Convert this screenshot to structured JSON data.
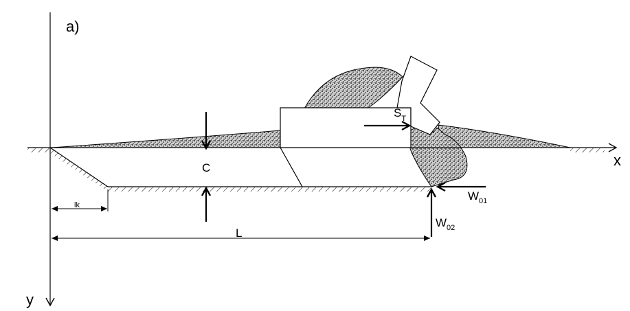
{
  "figure": {
    "panel_label": "a)",
    "axis_x_label": "x",
    "axis_y_label": "y",
    "depth_label": "C",
    "length_label": "L",
    "lk_label": "lk",
    "force_s": {
      "main": "S",
      "sub": "T"
    },
    "force_w1": {
      "main": "W",
      "sub": "01"
    },
    "force_w2": {
      "main": "W",
      "sub": "02"
    }
  },
  "colors": {
    "ink": "#000000",
    "soil_fill": "#d9d9d9",
    "background": "#ffffff"
  }
}
